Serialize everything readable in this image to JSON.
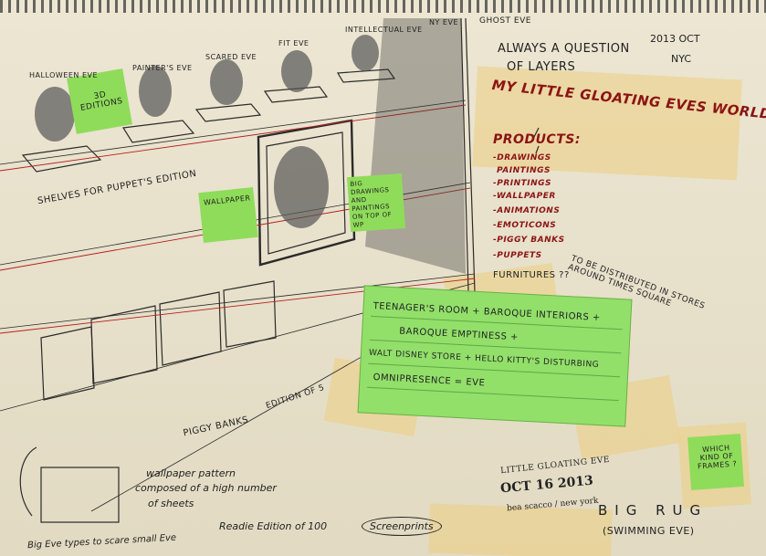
{
  "notes": {
    "ghost": "GHOST EVE",
    "always": "ALWAYS A QUESTION",
    "layers": "OF LAYERS",
    "date_top": "2013  OCT",
    "city": "NYC",
    "shelf_labels": [
      "HALLOWEEN EVE",
      "PAINTER'S EVE",
      "SCARED EVE",
      "FIT EVE",
      "INTELLECTUAL EVE",
      "NY EVE"
    ],
    "note_3d": "3D EDITIONS",
    "shelves": "SHELVES FOR PUPPET'S EDITION",
    "wallpaper": "WALLPAPER",
    "big_drawings": "BIG DRAWINGS AND PAINTINGS ON TOP OF WP",
    "world_title": "MY LITTLE GLOATING EVES WORLD",
    "products_title": "PRODUCTS:",
    "products": [
      "-DRAWINGS",
      "PAINTINGS",
      "-PRINTINGS",
      "-WALLPAPER",
      "-ANIMATIONS",
      "-EMOTICONS",
      "-PIGGY BANKS",
      "-PUPPETS",
      "FURNITURES ??"
    ],
    "distributed": "TO BE DISTRIBUTED IN STORES AROUND TIMES SQUARE",
    "green_lines": [
      "TEENAGER'S ROOM + BAROQUE INTERIORS +",
      "BAROQUE EMPTINESS +",
      "WALT DISNEY STORE + HELLO KITTY'S DISTURBING",
      "OMNIPRESENCE = EVE"
    ],
    "piggy": "PIGGY BANKS",
    "edition5": "EDITION OF 5",
    "wallpaper_note": [
      "wallpaper pattern",
      "composed of a high number",
      "of sheets"
    ],
    "readie": "Readie Edition of 100",
    "screenprints": "Screenprints",
    "big_eve_types": "Big Eve types to scare small Eve",
    "stamp_title": "LITTLE GLOATING EVE",
    "stamp_date": "OCT 16 2013",
    "stamp_sub": "bea scacco / new york",
    "which_kind": "WHICH KIND OF FRAMES ?",
    "big_rug": "BIG RUG",
    "swimming": "(SWIMMING EVE)"
  },
  "colors": {
    "paper": "#ece6d3",
    "green_note": "#8fdc5a",
    "tape": "#ecce80",
    "ink": "#222222",
    "red_ink": "#8b1414"
  }
}
